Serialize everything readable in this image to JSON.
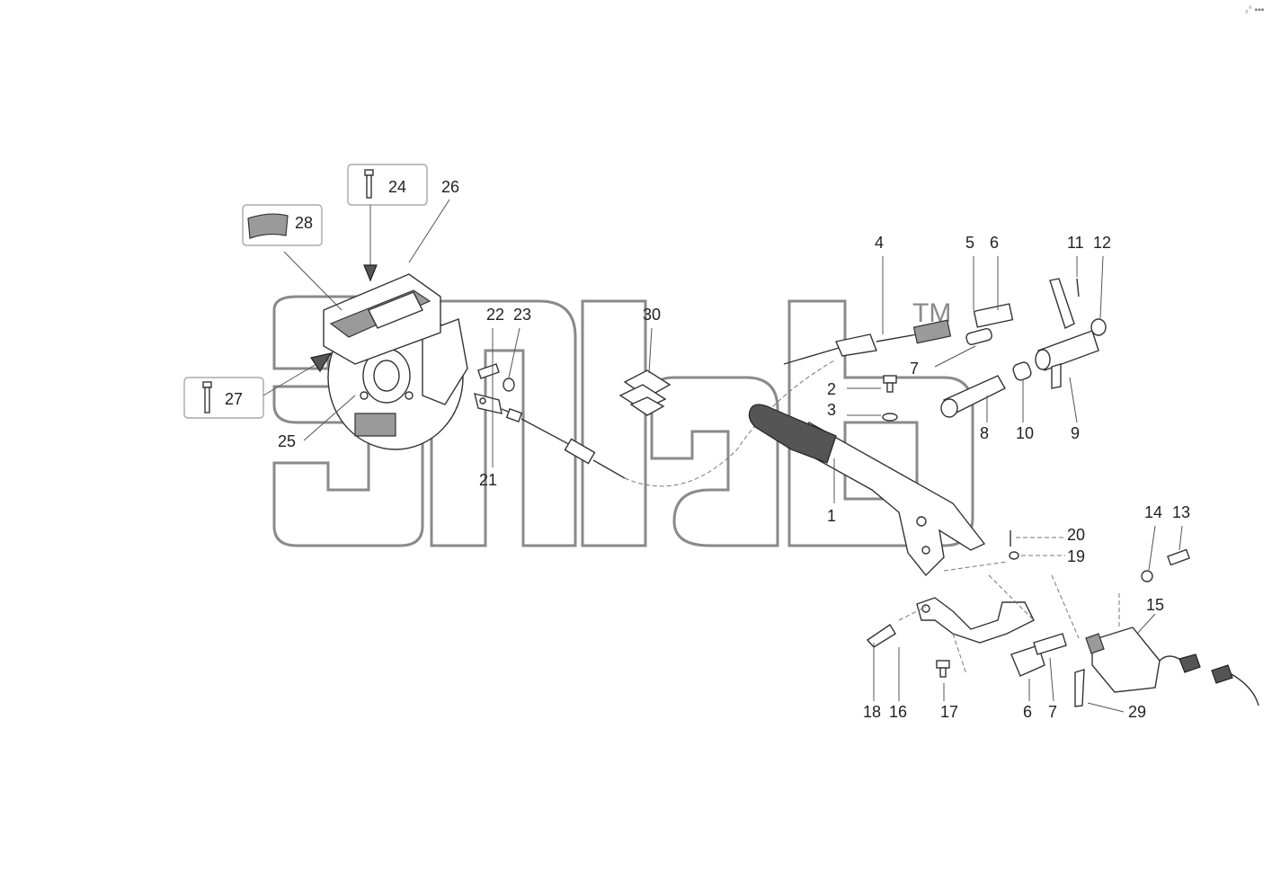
{
  "diagram": {
    "watermark_trademark": "TM",
    "corner_mark": "₂°  ▪▪▪",
    "labels": {
      "p1": "1",
      "p2": "2",
      "p3": "3",
      "p4": "4",
      "p5": "5",
      "p6": "6",
      "p6b": "6",
      "p7": "7",
      "p7b": "7",
      "p8": "8",
      "p9": "9",
      "p10": "10",
      "p11": "11",
      "p12": "12",
      "p13": "13",
      "p14": "14",
      "p15": "15",
      "p16": "16",
      "p17": "17",
      "p18": "18",
      "p19": "19",
      "p20": "20",
      "p21": "21",
      "p22": "22",
      "p23": "23",
      "p24": "24",
      "p25": "25",
      "p26": "26",
      "p27": "27",
      "p28": "28",
      "p29": "29",
      "p30": "30"
    }
  }
}
